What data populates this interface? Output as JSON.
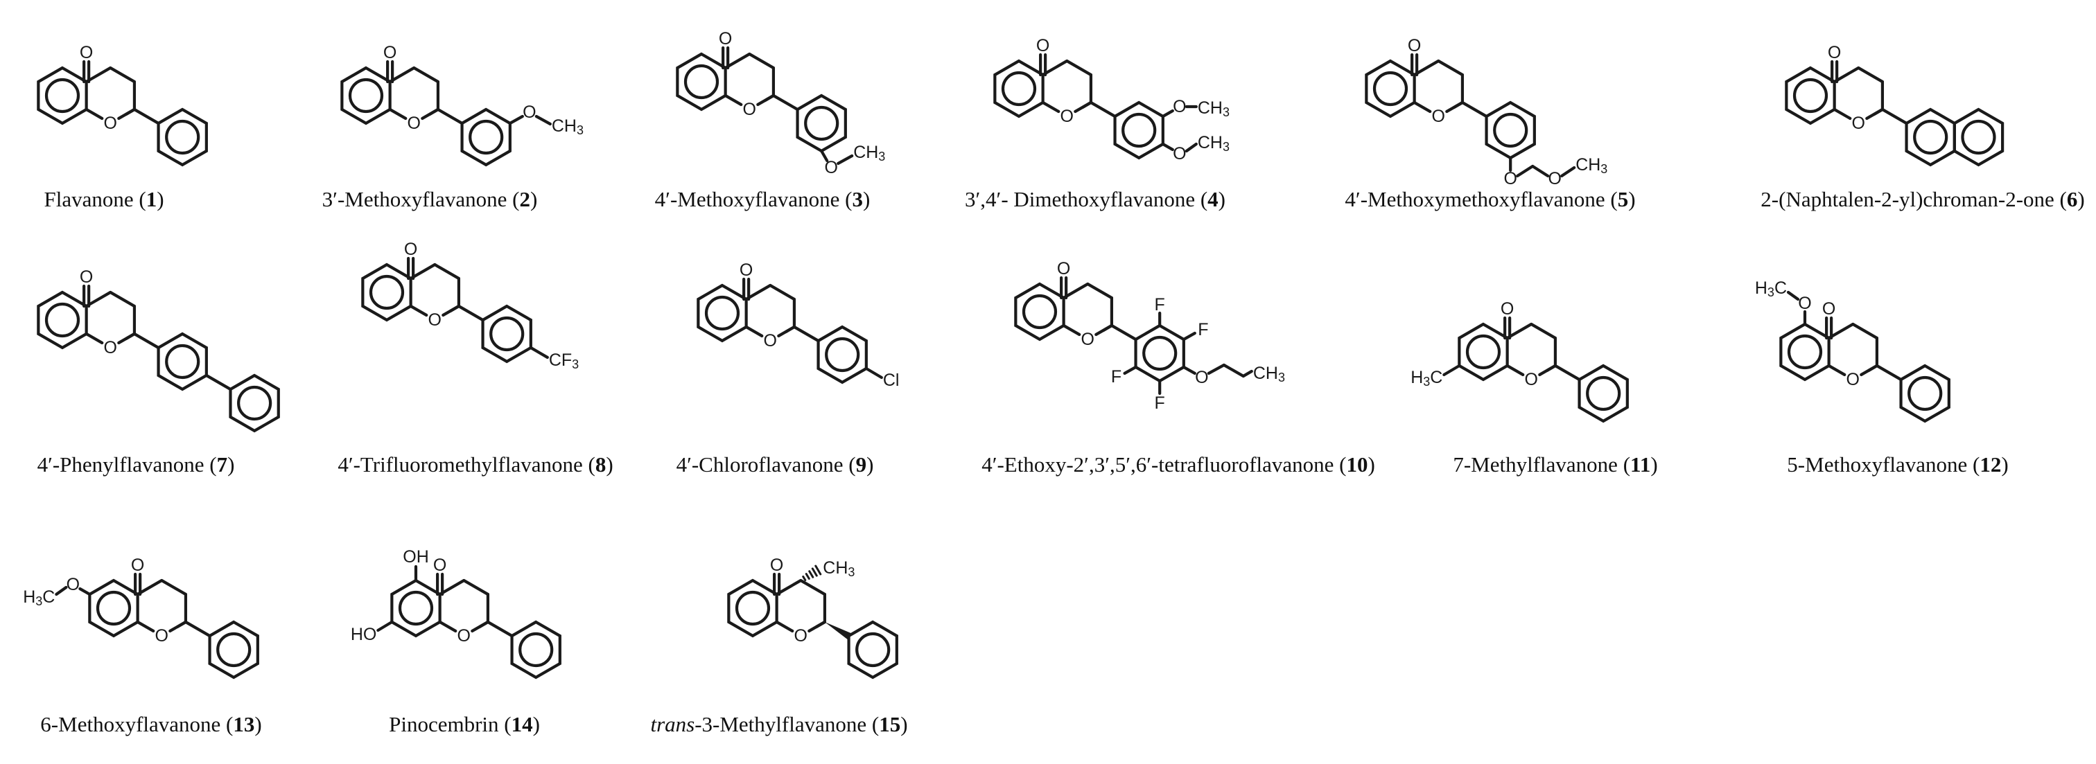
{
  "atoms": {
    "O": "O",
    "OH": "OH",
    "HO": "HO",
    "F": "F",
    "Cl": "Cl"
  },
  "groups": {
    "CH3": "CH",
    "H3C": "H",
    "C": "C",
    "CF3": "CF",
    "sub3": "3"
  },
  "compounds": [
    {
      "name": "Flavanone",
      "label": "1"
    },
    {
      "name": "3′-Methoxyflavanone",
      "label": "2"
    },
    {
      "name": "4′-Methoxyflavanone",
      "label": "3"
    },
    {
      "name": "3′,4′- Dimethoxyflavanone",
      "label": "4"
    },
    {
      "name": "4′-Methoxymethoxyflavanone",
      "label": "5"
    },
    {
      "name": "2-(Naphtalen-2-yl)chroman-2-one",
      "label": "6"
    },
    {
      "name": "4′-Phenylflavanone",
      "label": "7"
    },
    {
      "name": "4′-Trifluoromethylflavanone",
      "label": "8"
    },
    {
      "name": "4′-Chloroflavanone",
      "label": "9"
    },
    {
      "name": "4′-Ethoxy-2′,3′,5′,6′-tetrafluoroflavanone",
      "label": "10"
    },
    {
      "name": "7-Methylflavanone",
      "label": "11"
    },
    {
      "name": "5-Methoxyflavanone",
      "label": "12"
    },
    {
      "name": "6-Methoxyflavanone",
      "label": "13"
    },
    {
      "name": "Pinocembrin",
      "label": "14"
    },
    {
      "prefix": "trans",
      "name": "-3-Methylflavanone",
      "label": "15"
    }
  ]
}
